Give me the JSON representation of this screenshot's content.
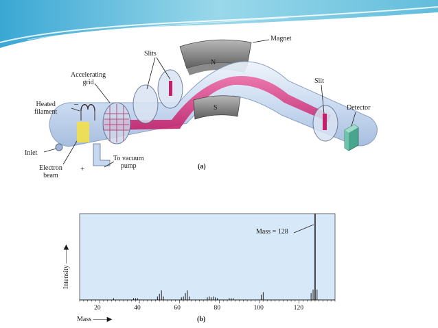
{
  "diagram_a": {
    "labels": {
      "magnet": "Magnet",
      "north": "N",
      "south": "S",
      "slits": "Slits",
      "accelerating_grid": [
        "Accelerating",
        "grid"
      ],
      "heated_filament": [
        "Heated",
        "filament"
      ],
      "minus": "–",
      "plus": "+",
      "inlet": "Inlet",
      "electron_beam": [
        "Electron",
        "beam"
      ],
      "vacuum_pump": [
        "To vacuum",
        "pump"
      ],
      "slit": "Slit",
      "detector": "Detector",
      "caption": "(a)"
    }
  },
  "chart_data": {
    "type": "bar",
    "xlabel": "Mass",
    "ylabel": "Intensity",
    "caption": "(b)",
    "annotation": "Mass = 128",
    "xlim": [
      10,
      138
    ],
    "ylim": [
      0,
      100
    ],
    "xticks": [
      20,
      40,
      60,
      80,
      100,
      120
    ],
    "grid": false,
    "peaks": [
      {
        "x": 27,
        "y": 2
      },
      {
        "x": 37,
        "y": 2
      },
      {
        "x": 38,
        "y": 2
      },
      {
        "x": 39,
        "y": 2
      },
      {
        "x": 49,
        "y": 4
      },
      {
        "x": 50,
        "y": 7
      },
      {
        "x": 51,
        "y": 11
      },
      {
        "x": 52,
        "y": 4
      },
      {
        "x": 61,
        "y": 3
      },
      {
        "x": 62,
        "y": 4
      },
      {
        "x": 63,
        "y": 8
      },
      {
        "x": 64,
        "y": 11
      },
      {
        "x": 65,
        "y": 4
      },
      {
        "x": 74,
        "y": 3
      },
      {
        "x": 75,
        "y": 4
      },
      {
        "x": 76,
        "y": 3
      },
      {
        "x": 77,
        "y": 4
      },
      {
        "x": 78,
        "y": 3
      },
      {
        "x": 79,
        "y": 2
      },
      {
        "x": 85,
        "y": 2
      },
      {
        "x": 86,
        "y": 2
      },
      {
        "x": 87,
        "y": 2
      },
      {
        "x": 101,
        "y": 6
      },
      {
        "x": 102,
        "y": 9
      },
      {
        "x": 126,
        "y": 8
      },
      {
        "x": 127,
        "y": 12
      },
      {
        "x": 128,
        "y": 100
      },
      {
        "x": 129,
        "y": 12
      }
    ]
  },
  "colors": {
    "header_band": "#8fd3e6",
    "chart_bg": "#d7e8f8",
    "beam": "#d6307c",
    "tube": "#c9daf2",
    "detector": "#79c7b0",
    "filament": "#f3e04a"
  }
}
